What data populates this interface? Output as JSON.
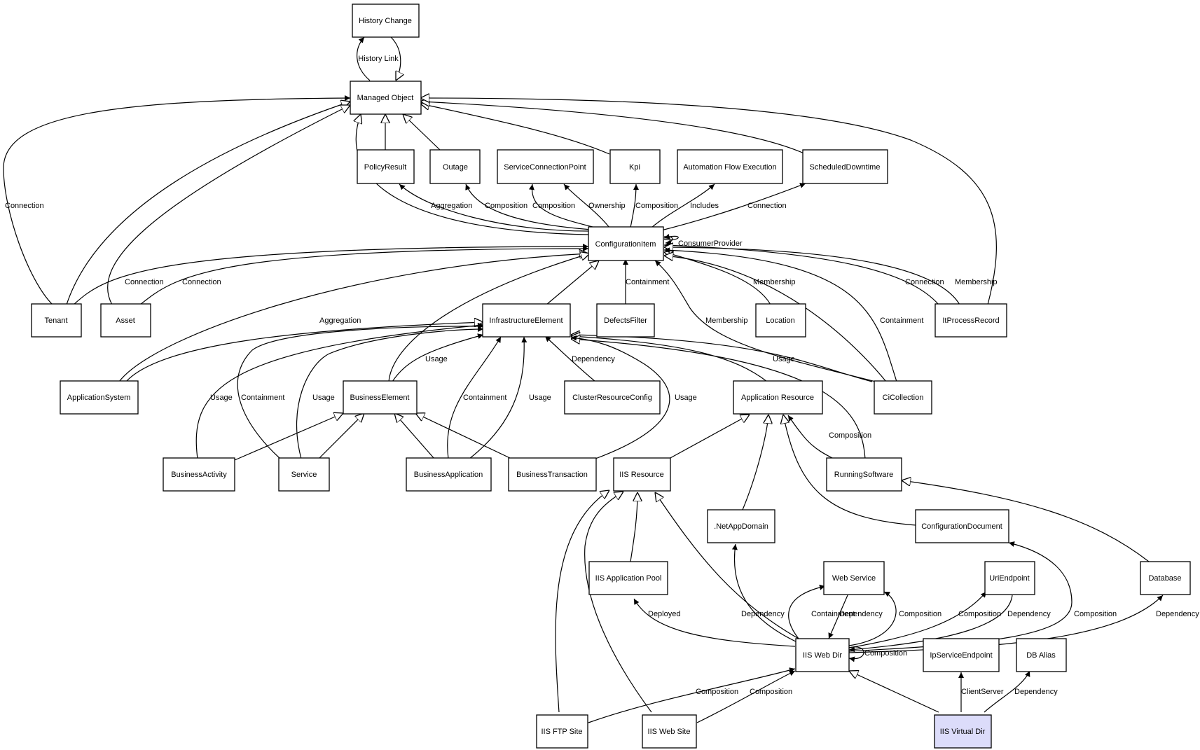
{
  "nodes": {
    "history_change": "History Change",
    "managed_object": "Managed Object",
    "policy_result": "PolicyResult",
    "outage": "Outage",
    "service_connection_point": "ServiceConnectionPoint",
    "kpi": "Kpi",
    "automation_flow_execution": "Automation Flow Execution",
    "scheduled_downtime": "ScheduledDowntime",
    "configuration_item": "ConfigurationItem",
    "tenant": "Tenant",
    "asset": "Asset",
    "infrastructure_element": "InfrastructureElement",
    "defects_filter": "DefectsFilter",
    "location": "Location",
    "it_process_record": "ItProcessRecord",
    "application_system": "ApplicationSystem",
    "business_element": "BusinessElement",
    "cluster_resource_config": "ClusterResourceConfig",
    "application_resource": "Application Resource",
    "ci_collection": "CiCollection",
    "business_activity": "BusinessActivity",
    "service": "Service",
    "business_application": "BusinessApplication",
    "business_transaction": "BusinessTransaction",
    "iis_resource": "IIS Resource",
    "running_software": "RunningSoftware",
    "net_app_domain": ".NetAppDomain",
    "configuration_document": "ConfigurationDocument",
    "iis_application_pool": "IIS Application Pool",
    "web_service": "Web Service",
    "uri_endpoint": "UriEndpoint",
    "database": "Database",
    "iis_web_dir": "IIS Web Dir",
    "ip_service_endpoint": "IpServiceEndpoint",
    "db_alias": "DB Alias",
    "iis_ftp_site": "IIS FTP Site",
    "iis_web_site": "IIS Web Site",
    "iis_virtual_dir": "IIS Virtual Dir"
  },
  "edge_labels": {
    "history_link": "History Link",
    "connection_tenant_mo": "Connection",
    "aggregation_policy": "Aggregation",
    "composition_outage": "Composition",
    "composition_scp": "Composition",
    "ownership_scp": "Ownership",
    "composition_kpi": "Composition",
    "includes_afe": "Includes",
    "connection_sd": "Connection",
    "consumer_provider": "ConsumerProvider",
    "connection_tenant_ci": "Connection",
    "connection_asset_ci": "Connection",
    "containment_defects": "Containment",
    "membership_location": "Membership",
    "connection_itpr": "Connection",
    "membership_itpr": "Membership",
    "aggregation_appsys": "Aggregation",
    "membership_cicoll": "Membership",
    "containment_cicoll": "Containment",
    "usage_be": "Usage",
    "dependency_crc": "Dependency",
    "usage_cicoll": "Usage",
    "usage_bact": "Usage",
    "containment_service": "Containment",
    "usage_service": "Usage",
    "containment_bapp": "Containment",
    "usage_bapp": "Usage",
    "usage_btrans": "Usage",
    "composition_rs": "Composition",
    "deployed": "Deployed",
    "dependency_netapp": "Dependency",
    "containment_ws": "Containment",
    "dependency_ws": "Dependency",
    "composition_ws": "Composition",
    "composition_uri": "Composition",
    "dependency_uri": "Dependency",
    "composition_cfgdoc": "Composition",
    "dependency_db": "Dependency",
    "composition_self": "Composition",
    "composition_ftp": "Composition",
    "composition_website": "Composition",
    "client_server": "ClientServer",
    "dependency_dbalias": "Dependency"
  },
  "colors": {
    "highlight_fill": "#dcdcfa",
    "stroke": "#000000",
    "background": "#ffffff"
  }
}
